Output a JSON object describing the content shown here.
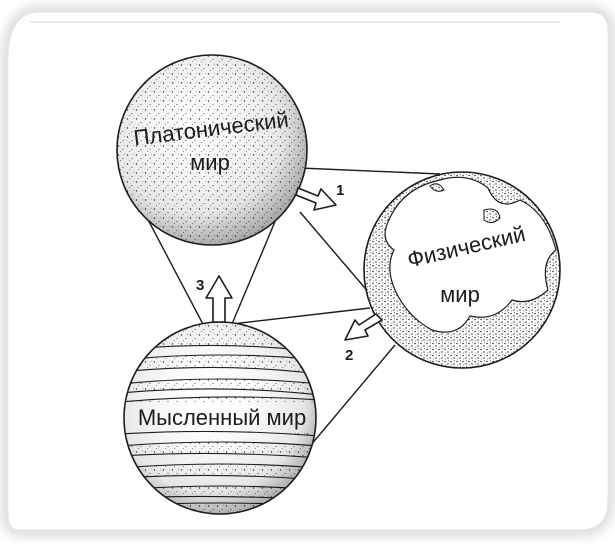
{
  "spheres": {
    "platonic": {
      "line1": "Платонический",
      "line2": "мир"
    },
    "physical": {
      "line1": "Физический",
      "line2": "мир"
    },
    "mental": {
      "line1": "Мысленный мир"
    }
  },
  "arrows": {
    "one": "1",
    "two": "2",
    "three": "3"
  },
  "colors": {
    "ink": "#1c1c1c",
    "paper": "#ffffff",
    "frame_shadow": "#d8d8d8"
  }
}
